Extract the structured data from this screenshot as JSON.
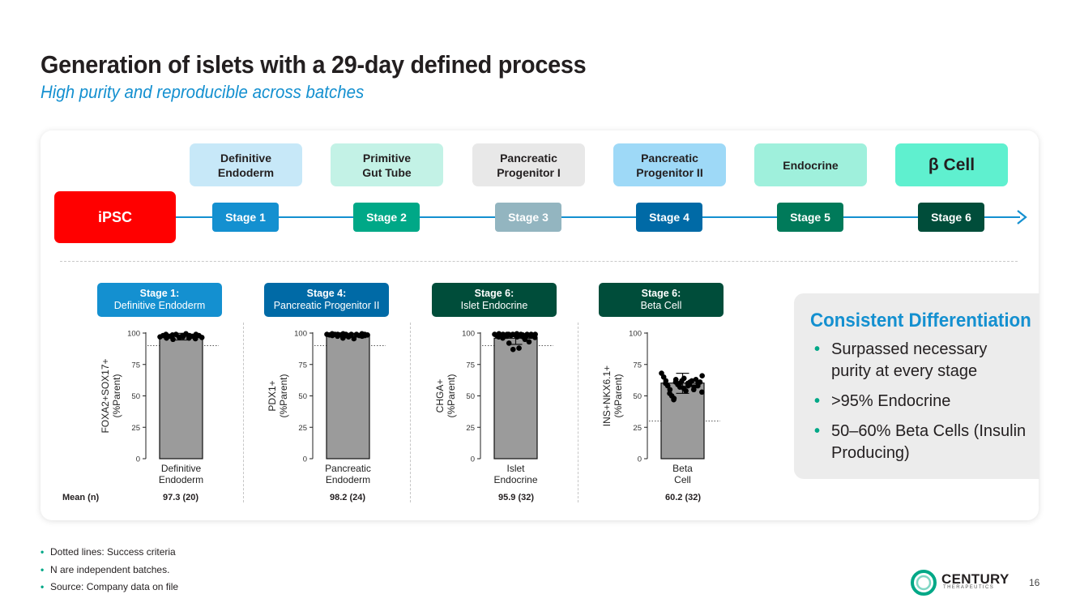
{
  "slide": {
    "title": "Generation of islets with a 29-day defined process",
    "subtitle": "High purity and reproducible across batches",
    "page_number": "16"
  },
  "process": {
    "start_label": "iPSC",
    "stage_labels": [
      {
        "label": "Definitive\nEndoderm",
        "color": "#c7e8f8"
      },
      {
        "label": "Primitive\nGut Tube",
        "color": "#c3f2e6"
      },
      {
        "label": "Pancreatic\nProgenitor I",
        "color": "#e8e8e8"
      },
      {
        "label": "Pancreatic\nProgenitor II",
        "color": "#9ed9f7"
      },
      {
        "label": "Endocrine",
        "color": "#9ff0dc"
      },
      {
        "label": "β Cell",
        "color": "#5ff0cf"
      }
    ],
    "stages": [
      {
        "label": "Stage 1",
        "color": "#1490d0"
      },
      {
        "label": "Stage 2",
        "color": "#00a887"
      },
      {
        "label": "Stage 3",
        "color": "#93b5c0"
      },
      {
        "label": "Stage 4",
        "color": "#006aa6"
      },
      {
        "label": "Stage 5",
        "color": "#007a5a"
      },
      {
        "label": "Stage 6",
        "color": "#004d3a"
      }
    ]
  },
  "panels": [
    {
      "header_line1": "Stage 1:",
      "header_line2": "Definitive Endoderm",
      "header_color": "#1490d0",
      "mean": "97.3 (20)"
    },
    {
      "header_line1": "Stage 4:",
      "header_line2": "Pancreatic Progenitor II",
      "header_color": "#006aa6",
      "mean": "98.2 (24)"
    },
    {
      "header_line1": "Stage 6:",
      "header_line2": "Islet Endocrine",
      "header_color": "#004d3a",
      "mean": "95.9 (32)"
    },
    {
      "header_line1": "Stage 6:",
      "header_line2": "Beta Cell",
      "header_color": "#004d3a",
      "mean": "60.2 (32)"
    }
  ],
  "mean_label": "Mean (n)",
  "chart_data": [
    {
      "type": "bar",
      "categories": [
        "Definitive\nEndoderm"
      ],
      "values": [
        97.3
      ],
      "n": 20,
      "error": [
        94.5,
        99.8
      ],
      "points": [
        97,
        98,
        99,
        96,
        97.5,
        98.5,
        95,
        99,
        97,
        96.5,
        98,
        97,
        99.5,
        96,
        98,
        97.5,
        95.5,
        99,
        98,
        96.5
      ],
      "success_criterion": 90,
      "ylabel_line1": "FOXA2+SOX17+",
      "ylabel_line2": "(%Parent)",
      "ylim": [
        0,
        100
      ],
      "yticks": [
        0,
        25,
        50,
        75,
        100
      ],
      "bar_color": "#9b9b9b",
      "grid": false
    },
    {
      "type": "bar",
      "categories": [
        "Pancreatic\nEndoderm"
      ],
      "values": [
        98.2
      ],
      "n": 24,
      "error": [
        96.5,
        99.8
      ],
      "points": [
        99,
        98.5,
        99.5,
        98,
        99,
        97.5,
        99,
        98.5,
        96,
        99.5,
        98,
        99,
        97,
        98.5,
        99,
        95.5,
        99,
        98.5,
        98,
        99.5,
        97.5,
        99,
        98,
        98.5
      ],
      "success_criterion": 90,
      "ylabel_line1": "PDX1+",
      "ylabel_line2": "(%Parent)",
      "ylim": [
        0,
        100
      ],
      "yticks": [
        0,
        25,
        50,
        75,
        100
      ],
      "bar_color": "#9b9b9b",
      "grid": false
    },
    {
      "type": "bar",
      "categories": [
        "Islet\nEndocrine"
      ],
      "values": [
        95.9
      ],
      "n": 32,
      "error": [
        91,
        99.8
      ],
      "points": [
        99,
        98,
        99.5,
        97,
        98.5,
        99,
        96,
        98,
        99,
        97.5,
        92,
        99,
        98,
        87,
        99,
        98.5,
        97,
        99.5,
        88,
        98,
        99,
        97,
        98.5,
        95,
        99,
        98,
        93,
        99,
        97.5,
        98,
        99,
        96.5
      ],
      "success_criterion": 90,
      "ylabel_line1": "CHGA+",
      "ylabel_line2": "(%Parent)",
      "ylim": [
        0,
        100
      ],
      "yticks": [
        0,
        25,
        50,
        75,
        100
      ],
      "bar_color": "#9b9b9b",
      "grid": false
    },
    {
      "type": "bar",
      "categories": [
        "Beta\nCell"
      ],
      "values": [
        60.2
      ],
      "n": 32,
      "error": [
        52,
        68
      ],
      "points": [
        68,
        65,
        62,
        60,
        58,
        55,
        52,
        50,
        48,
        47,
        63,
        61,
        59,
        57,
        60,
        62,
        64,
        56,
        54,
        58,
        60,
        61,
        59,
        62,
        57,
        55,
        63,
        60,
        58,
        61,
        66,
        53
      ],
      "success_criterion": 30,
      "ylabel_line1": "INS+NKX6.1+",
      "ylabel_line2": "(%Parent)",
      "ylim": [
        0,
        100
      ],
      "yticks": [
        0,
        25,
        50,
        75,
        100
      ],
      "bar_color": "#9b9b9b",
      "grid": false
    }
  ],
  "consistent": {
    "title": "Consistent Differentiation",
    "bullets": [
      "Surpassed necessary purity at every stage",
      ">95% Endocrine",
      "50–60% Beta Cells (Insulin Producing)"
    ]
  },
  "footnotes": [
    "Dotted lines: Success criteria",
    "N are independent batches.",
    "Source: Company data on file"
  ],
  "logo": {
    "name": "CENTURY",
    "sub": "THERAPEUTICS",
    "color": "#00a887"
  }
}
